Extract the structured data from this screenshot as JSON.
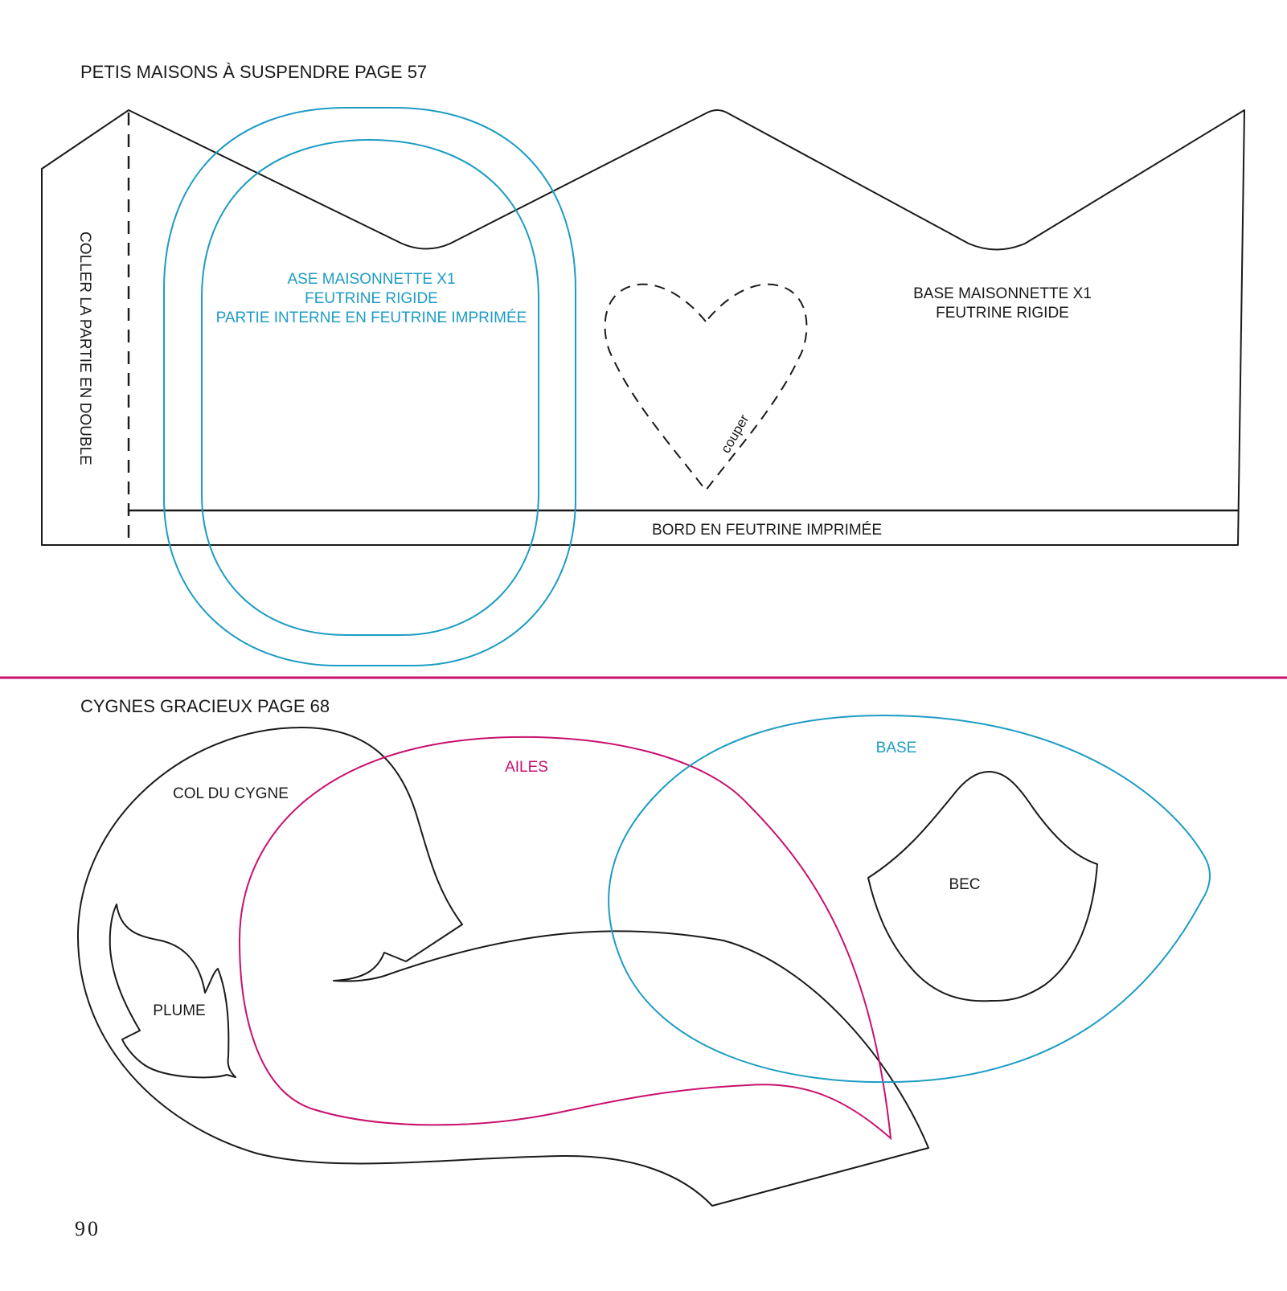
{
  "page_number": "90",
  "colors": {
    "ink": "#1a1a1a",
    "cyan": "#1d9cc4",
    "magenta": "#c8106e"
  },
  "section_houses": {
    "title": "PETIS MAISONS À SUSPENDRE PAGE 57",
    "side_label": "COLLER LA PARTIE EN DOUBLE",
    "oval_label": [
      "ASE MAISONNETTE X1",
      "FEUTRINE RIGIDE",
      "PARTIE INTERNE EN FEUTRINE IMPRIMÉE"
    ],
    "base_label": [
      "BASE MAISONNETTE X1",
      "FEUTRINE RIGIDE"
    ],
    "heart_label": "couper",
    "border_label": "BORD EN FEUTRINE IMPRIMÉE"
  },
  "section_swans": {
    "title": "CYGNES GRACIEUX PAGE 68",
    "neck_label": "COL DU CYGNE",
    "wings_label": "AILES",
    "base_label": "BASE",
    "beak_label": "BEC",
    "feather_label": "PLUME"
  }
}
